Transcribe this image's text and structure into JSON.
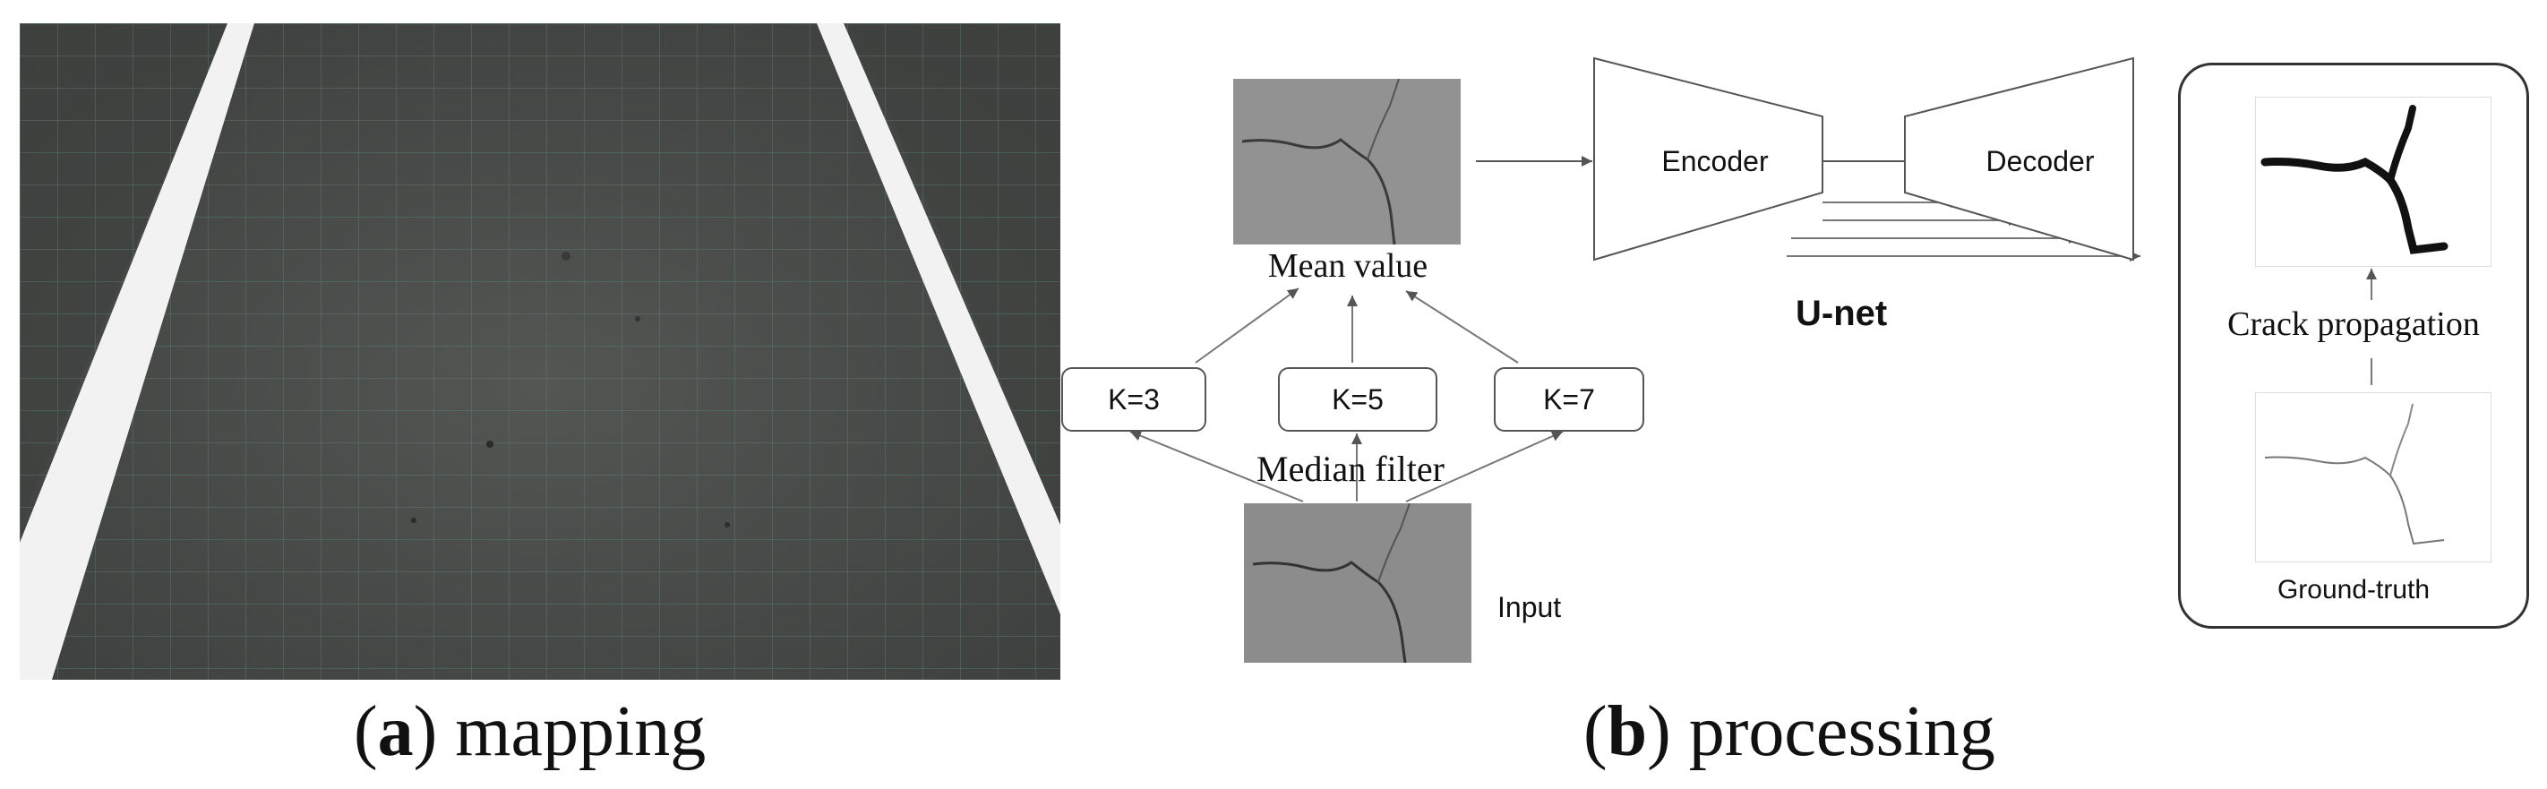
{
  "panel_a": {
    "caption_letter": "a",
    "caption_text": "mapping"
  },
  "panel_b": {
    "caption_letter": "b",
    "caption_text": "processing",
    "mean_value_label": "Mean value",
    "median_filter_label": "Median filter",
    "input_label": "Input",
    "kernels": [
      "K=3",
      "K=5",
      "K=7"
    ],
    "encoder_label": "Encoder",
    "decoder_label": "Decoder",
    "unet_label": "U-net",
    "crack_propagation_label": "Crack propagation",
    "ground_truth_label": "Ground-truth"
  },
  "colors": {
    "road": "#4b4d4b",
    "lane_marking": "#f2f2f2",
    "grid": "#5f8f84",
    "thumb_gray": "#8f8f8f",
    "line": "#555555"
  }
}
